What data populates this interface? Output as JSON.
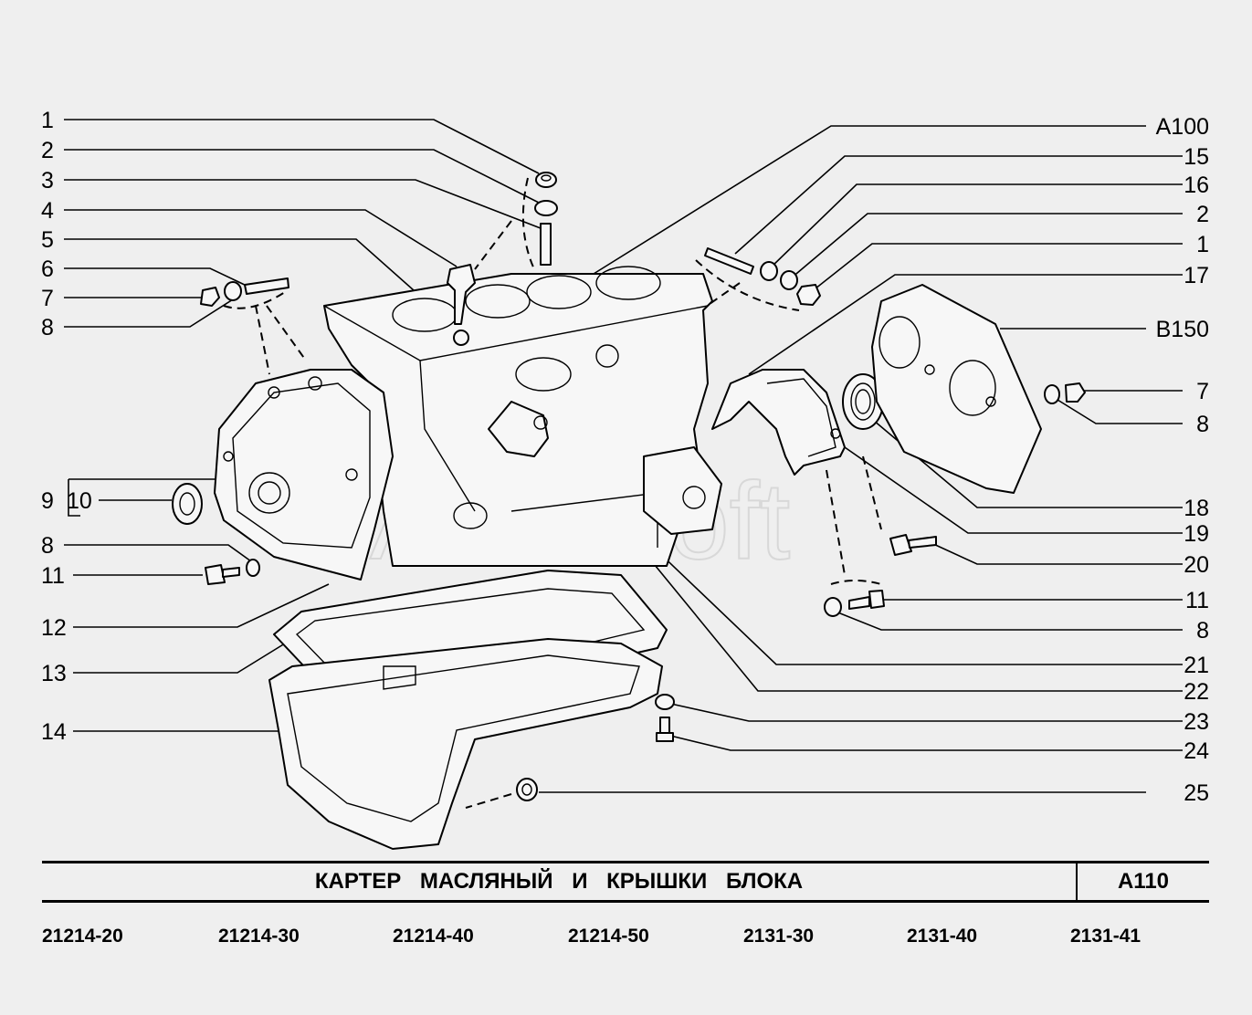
{
  "watermark": "AutoSoft",
  "title": {
    "name": "КАРТЕР МАСЛЯНЫЙ И КРЫШКИ БЛОКА",
    "code": "А110"
  },
  "models": [
    "21214-20",
    "21214-30",
    "21214-40",
    "21214-50",
    "2131-30",
    "2131-40",
    "2131-41"
  ],
  "callouts_left": [
    "1",
    "2",
    "3",
    "4",
    "5",
    "6",
    "7",
    "8",
    "9",
    "10",
    "8",
    "11",
    "12",
    "13",
    "14"
  ],
  "callouts_right": [
    "А100",
    "15",
    "16",
    "2",
    "1",
    "17",
    "В150",
    "7",
    "8",
    "18",
    "19",
    "20",
    "11",
    "8",
    "21",
    "22",
    "23",
    "24",
    "25"
  ]
}
